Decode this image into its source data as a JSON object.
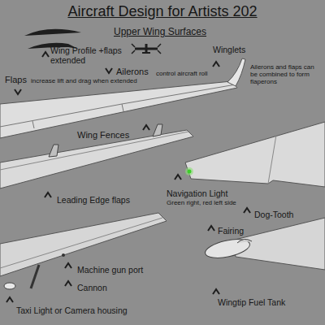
{
  "diagram": {
    "title": "Aircraft Design for Artists 202",
    "labels": [
      "Upper Wing Surfaces",
      "Wing Profile +flaps extended",
      "Ailerons",
      "control aircraft roll",
      "Winglets",
      "Flaps",
      "increase lift and drag when extended",
      "Ailerons and flaps can be combined to form flaperons",
      "Wing Fences",
      "Navigation Light",
      "Green right, red left side",
      "Leading Edge flaps",
      "Dog-Tooth",
      "Fairing",
      "Machine gun port",
      "Cannon",
      "Wingtip Fuel Tank",
      "Taxi Light or Camera housing"
    ]
  }
}
